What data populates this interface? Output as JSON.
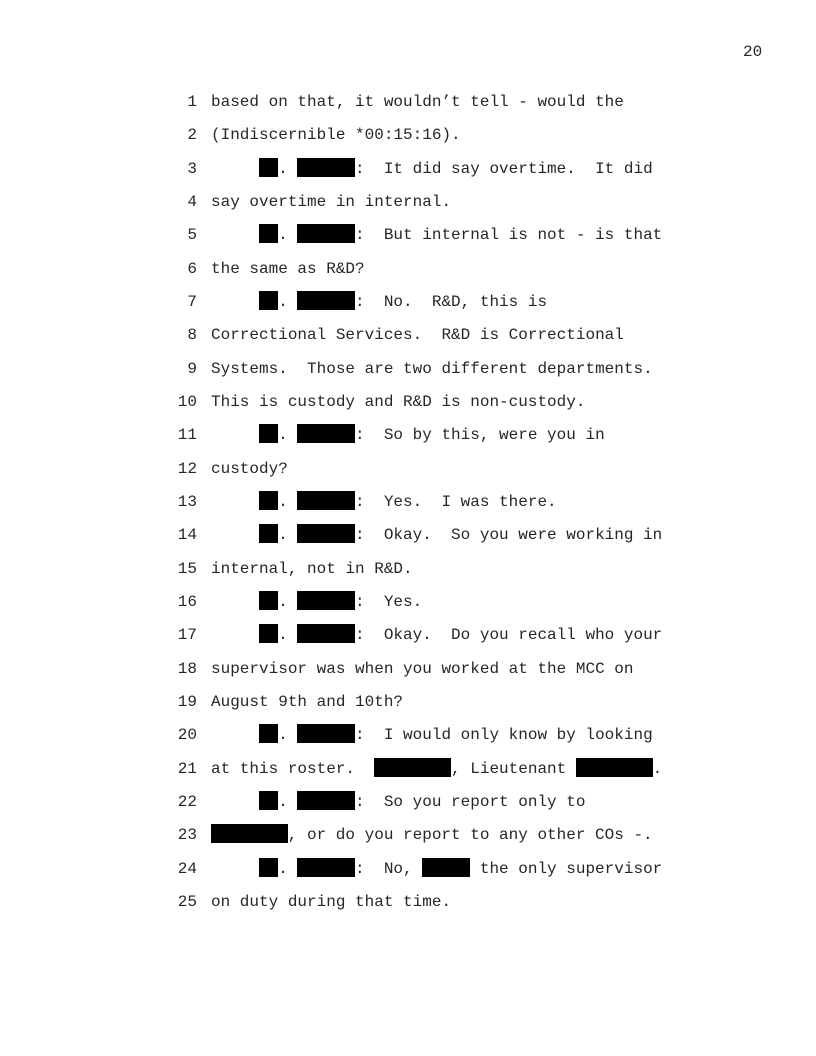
{
  "page_number": "20",
  "lines": [
    {
      "no": "1",
      "text": "based on that, it wouldn’t tell - would the"
    },
    {
      "no": "2",
      "text": "(Indiscernible *00:15:16)."
    },
    {
      "no": "3",
      "text": "It did say overtime.  It did"
    },
    {
      "no": "4",
      "text": "say overtime in internal."
    },
    {
      "no": "5",
      "text": "But internal is not - is that"
    },
    {
      "no": "6",
      "text": "the same as R&D?"
    },
    {
      "no": "7",
      "text": "No.  R&D, this is"
    },
    {
      "no": "8",
      "text": "Correctional Services.  R&D is Correctional"
    },
    {
      "no": "9",
      "text": "Systems.  Those are two different departments."
    },
    {
      "no": "10",
      "text": "This is custody and R&D is non-custody."
    },
    {
      "no": "11",
      "text": "So by this, were you in"
    },
    {
      "no": "12",
      "text": "custody?"
    },
    {
      "no": "13",
      "text": "Yes.  I was there."
    },
    {
      "no": "14",
      "text": "Okay.  So you were working in"
    },
    {
      "no": "15",
      "text": "internal, not in R&D."
    },
    {
      "no": "16",
      "text": "Yes."
    },
    {
      "no": "17",
      "text": "Okay.  Do you recall who your"
    },
    {
      "no": "18",
      "text": "supervisor was when you worked at the MCC on"
    },
    {
      "no": "19",
      "text": "August 9th and 10th?"
    },
    {
      "no": "20",
      "text": "I would only know by looking"
    },
    {
      "no": "21",
      "text_a": "at this roster.  ",
      "text_b": ", Lieutenant ",
      "text_c": "."
    },
    {
      "no": "22",
      "text": "So you report only to"
    },
    {
      "no": "23",
      "text": ", or do you report to any other COs -."
    },
    {
      "no": "24",
      "text_a": "No, ",
      "text_b": " the only supervisor"
    },
    {
      "no": "25",
      "text": "on duty during that time."
    }
  ],
  "speaker_sep": ".",
  "colon": ":  "
}
